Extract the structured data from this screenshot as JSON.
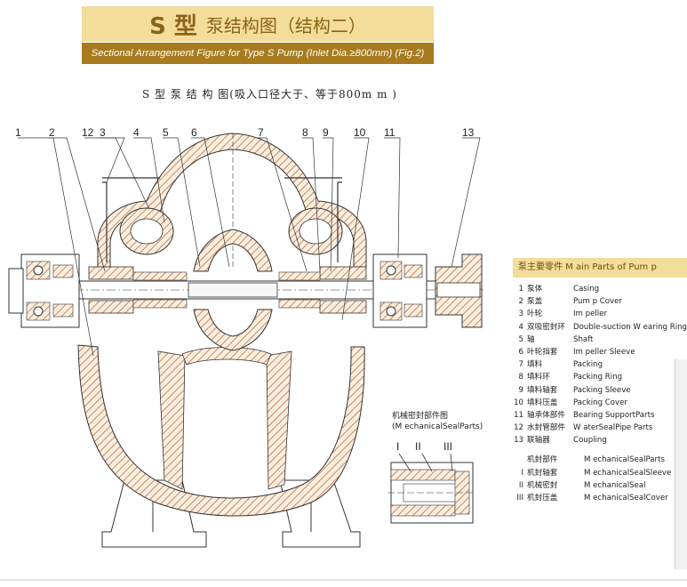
{
  "header": {
    "title_bold": "S 型",
    "title_rest": "泵结构图（结构二）",
    "subtitle": "Sectional Arrangement Figure for Type S Pump (Inlet Dia.≥800mm) (Fig.2)",
    "caption": "S 型 泵 结 构 图(吸入口径大于、等于800m m )"
  },
  "callouts": [
    "1",
    "2",
    "12",
    "3",
    "4",
    "5",
    "6",
    "7",
    "8",
    "9",
    "10",
    "11",
    "13"
  ],
  "seal_detail": {
    "title_cn": "机械密封部件图",
    "title_en": "(M echanicalSealParts)",
    "markers": [
      "I",
      "II",
      "III"
    ]
  },
  "parts_list": {
    "heading": "泵主要零件 M ain Parts of Pum p",
    "items": [
      {
        "no": "1",
        "cn": "泵体",
        "en": "Casing"
      },
      {
        "no": "2",
        "cn": "泵盖",
        "en": "Pum p Cover"
      },
      {
        "no": "3",
        "cn": "叶轮",
        "en": "Im peller"
      },
      {
        "no": "4",
        "cn": "双吸密封环",
        "en": "Double-suction W earing Ring"
      },
      {
        "no": "5",
        "cn": "轴",
        "en": "Shaft"
      },
      {
        "no": "6",
        "cn": "叶轮挡套",
        "en": "Im peller Sleeve"
      },
      {
        "no": "7",
        "cn": "填料",
        "en": "Packing"
      },
      {
        "no": "8",
        "cn": "填料环",
        "en": "Packing Ring"
      },
      {
        "no": "9",
        "cn": "填料轴套",
        "en": "Packing Sleeve"
      },
      {
        "no": "10",
        "cn": "填料压盖",
        "en": "Packing Cover"
      },
      {
        "no": "11",
        "cn": "轴承体部件",
        "en": "Bearing SupportParts"
      },
      {
        "no": "12",
        "cn": "水封管部件",
        "en": "W aterSealPipe Parts"
      },
      {
        "no": "13",
        "cn": "联轴器",
        "en": "Coupling"
      }
    ],
    "mech_heading_cn": "机封部件",
    "mech_heading_en": "M echanicalSealParts",
    "mech_items": [
      {
        "no": "I",
        "cn": "机封轴套",
        "en": "M echanicalSealSleeve"
      },
      {
        "no": "II",
        "cn": "机械密封",
        "en": "M echanicalSeal"
      },
      {
        "no": "III",
        "cn": "机封压盖",
        "en": "M echanicalSealCover"
      }
    ]
  },
  "colors": {
    "band_light": "#f3dd9a",
    "band_dark": "#a77b1e",
    "hatch": "#b5713f"
  }
}
